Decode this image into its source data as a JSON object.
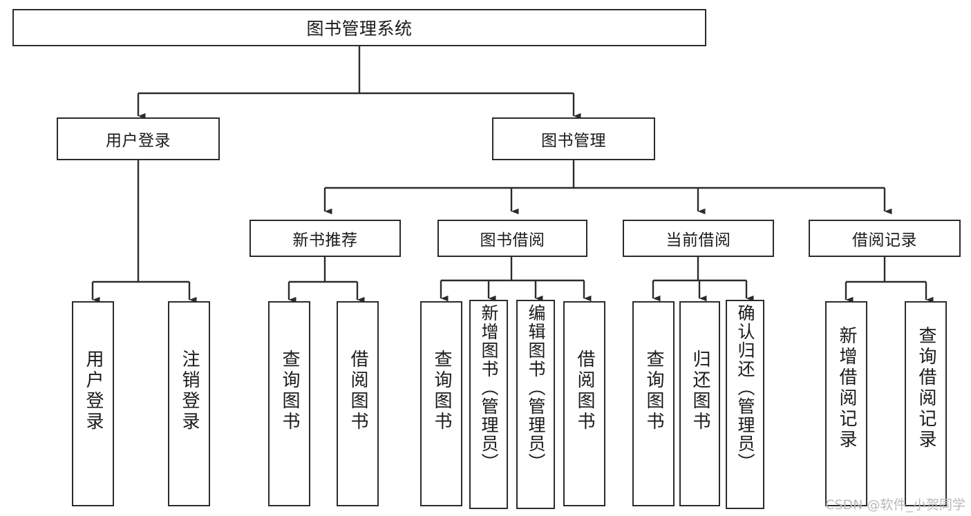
{
  "diagram": {
    "title": "图书管理系统",
    "type": "hierarchy-tree",
    "root": {
      "label": "图书管理系统"
    },
    "level1": [
      {
        "label": "用户登录"
      },
      {
        "label": "图书管理"
      }
    ],
    "level2": [
      {
        "label": "新书推荐"
      },
      {
        "label": "图书借阅"
      },
      {
        "label": "当前借阅"
      },
      {
        "label": "借阅记录"
      }
    ],
    "leaves": {
      "user_login": [
        {
          "label": "用户登录"
        },
        {
          "label": "注销登录"
        }
      ],
      "new_book_recommend": [
        {
          "label": "查询图书"
        },
        {
          "label": "借阅图书"
        }
      ],
      "book_borrow": [
        {
          "label": "查询图书"
        },
        {
          "label": "新增图书（管理员）"
        },
        {
          "label": "编辑图书（管理员）"
        },
        {
          "label": "借阅图书"
        }
      ],
      "current_borrow": [
        {
          "label": "查询图书"
        },
        {
          "label": "归还图书"
        },
        {
          "label": "确认归还（管理员）"
        }
      ],
      "borrow_record": [
        {
          "label": "新增借阅记录"
        },
        {
          "label": "查询借阅记录"
        }
      ]
    }
  },
  "watermark": {
    "text": "CSDN @软件_小贺同学"
  },
  "colors": {
    "stroke": "#2b2b2b",
    "fill": "#ffffff",
    "text": "#1a1a1a",
    "watermark": "#b9b9b9"
  }
}
